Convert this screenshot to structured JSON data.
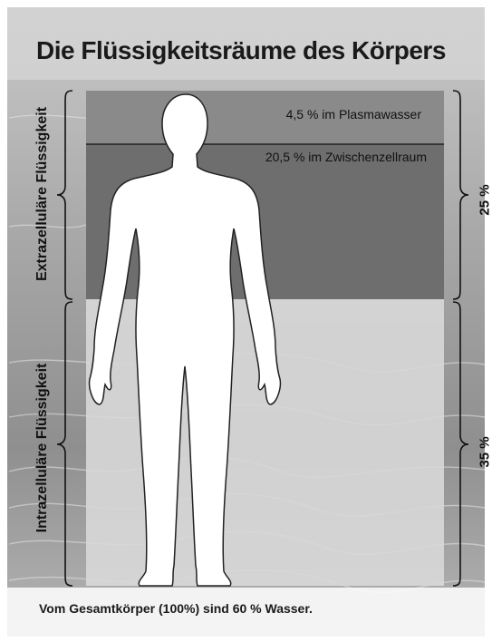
{
  "title": "Die Flüssigkeitsräume des Körpers",
  "compartments": {
    "plasma": "4,5 %  im Plasmawasser",
    "interstitial": "20,5 % im Zwischenzellraum"
  },
  "side_labels": {
    "extracellular": "Extrazelluläre Flüssigkeit",
    "intracellular": "Intrazelluläre Flüssigkeit"
  },
  "percentages": {
    "extracellular": "25 %",
    "intracellular": "35 %"
  },
  "footnote": "Vom Gesamtkörper (100%) sind 60 % Wasser.",
  "colors": {
    "extracellular_box": "#6e6e6e",
    "intracellular_box": "#d8d8d8",
    "body": "#ffffff",
    "water_background": "#9a9a9a"
  }
}
